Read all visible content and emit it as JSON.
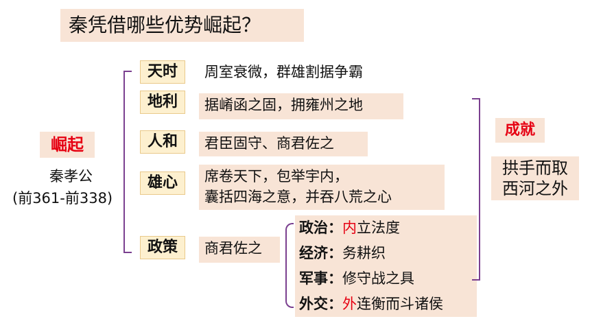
{
  "title": "秦凭借哪些优势崛起？",
  "left": {
    "rise_label": "崛起",
    "person": "秦孝公",
    "period": "(前361-前338)"
  },
  "factors": [
    {
      "tag": "天时",
      "text": "周室衰微，群雄割据争霸"
    },
    {
      "tag": "地利",
      "text": "据崤函之固，拥雍州之地"
    },
    {
      "tag": "人和",
      "text": "君臣固守、商君佐之"
    },
    {
      "tag": "雄心",
      "text_line1": "席卷天下，包举宇内，",
      "text_line2": "囊括四海之意，并吞八荒之心"
    },
    {
      "tag": "政策",
      "text": "商君佐之"
    }
  ],
  "policies": [
    {
      "label": "政治：",
      "prefix": "内",
      "rest": "立法度"
    },
    {
      "label": "经济：",
      "prefix": "",
      "rest": "务耕织"
    },
    {
      "label": "军事：",
      "prefix": "",
      "rest": "修守战之具"
    },
    {
      "label": "外交：",
      "prefix": "外",
      "rest": "连衡而斗诸侯"
    }
  ],
  "achievement": {
    "label": "成就",
    "line1": "拱手而取",
    "line2": "西河之外"
  },
  "colors": {
    "highlight_bg": "#f8e4d6",
    "tag_bg": "#fdf0cf",
    "bracket": "#7a3f8f",
    "accent_red": "#e60012"
  }
}
